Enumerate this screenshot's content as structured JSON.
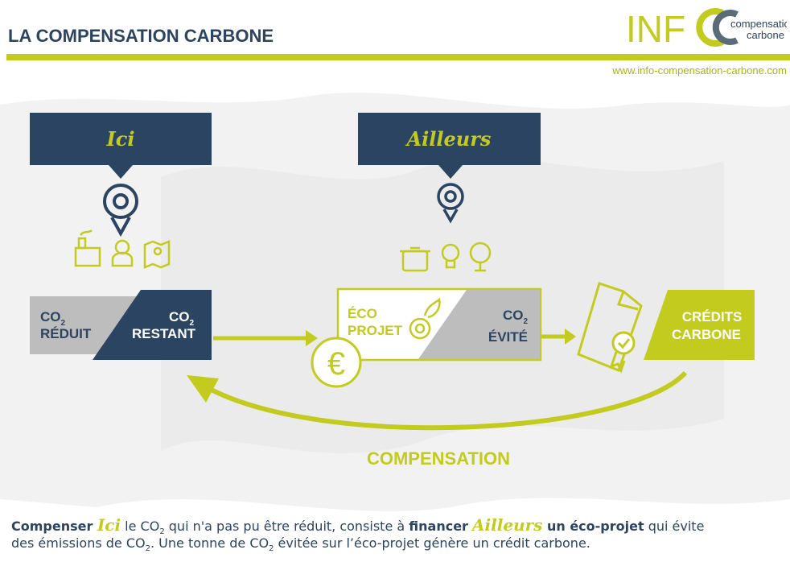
{
  "header": {
    "title": "LA COMPENSATION CARBONE",
    "url": "www.info-compensation-carbone.com",
    "logo": {
      "letters": "INF",
      "line1": "compensation",
      "line2": "carbone"
    }
  },
  "colors": {
    "navy": "#2b4461",
    "lime": "#c3cb1f",
    "gray": "#bdbdbd"
  },
  "diagram": {
    "here_label": "Ici",
    "elsewhere_label": "Ailleurs",
    "co2": "CO",
    "sub2": "2",
    "reduced": "RÉDUIT",
    "remaining": "RESTANT",
    "eco": "ÉCO",
    "project": "PROJET",
    "avoided": "ÉVITÉ",
    "credits1": "CRÉDITS",
    "credits2": "CARBONE",
    "euro": "€",
    "compensation": "COMPENSATION",
    "here_icons": [
      "factory-icon",
      "person-icon",
      "map-icon"
    ],
    "elsewhere_icons": [
      "pot-icon",
      "lightbulb-icon",
      "tree-icon"
    ]
  },
  "caption": {
    "l1a": "Compenser ",
    "l1b": "Ici",
    "l1c": " le CO",
    "l1d": "2",
    "l1e": " qui n'a pas pu être réduit, consiste à ",
    "l1f": "financer",
    "l1g": " ",
    "l1h": "Ailleurs",
    "l1i": " un éco-projet",
    "l1j": " qui évite",
    "l2a": "des émissions de CO",
    "l2b": "2",
    "l2c": ". Une tonne de CO",
    "l2d": "2",
    "l2e": " évitée sur l’éco-projet génère un crédit carbone."
  }
}
